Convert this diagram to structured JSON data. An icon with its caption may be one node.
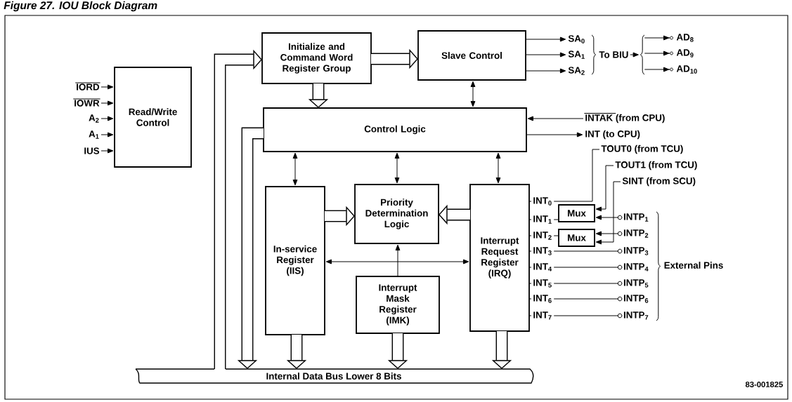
{
  "diagram": {
    "title": "Figure 27.  IOU Block Diagram",
    "nodes": [
      {
        "text": [
          "IORD"
        ]
      },
      {
        "text": [
          "IOWR"
        ]
      },
      {
        "text": [
          "A$_{2}$"
        ]
      },
      {
        "text": [
          "A$_{1}$"
        ]
      },
      {
        "text": [
          "IUS"
        ]
      },
      {
        "text": [
          "Read/Write Control"
        ]
      },
      {
        "text": [
          "Initialize and Command Word Register Group"
        ]
      },
      {
        "text": [
          "Slave Control"
        ]
      },
      {
        "text": [
          "SA$_{0}$"
        ]
      },
      {
        "text": [
          "SA$_{1}$"
        ]
      },
      {
        "text": [
          "SA$_{2}$"
        ]
      },
      {
        "text": [
          "To BIU"
        ]
      },
      {
        "text": [
          "AD$_{8}$"
        ]
      },
      {
        "text": [
          "AD$_{9}$"
        ]
      },
      {
        "text": [
          "AD$_{10}$"
        ]
      },
      {
        "text": [
          "Control Logic"
        ]
      },
      {
        "text": [
          "INTAK (from CPU)"
        ]
      },
      {
        "text": [
          "INT (to CPU)"
        ]
      },
      {
        "text": [
          "TOUT0 (from TCU)"
        ]
      },
      {
        "text": [
          "TOUT1 (from TCU)"
        ]
      },
      {
        "text": [
          "SINT (from SCU)"
        ]
      },
      {
        "text": [
          "In-service Register (IIS)"
        ]
      },
      {
        "text": [
          "Priority Determination Logic"
        ]
      },
      {
        "text": [
          "Interrupt Request Register (IRQ)"
        ]
      },
      {
        "text": [
          "INT$_{0}$"
        ]
      },
      {
        "text": [
          "INT$_{1}$"
        ]
      },
      {
        "text": [
          "INT$_{2}$"
        ]
      },
      {
        "text": [
          "INT$_{3}$"
        ]
      },
      {
        "text": [
          "INT$_{4}$"
        ]
      },
      {
        "text": [
          "INT$_{5}$"
        ]
      },
      {
        "text": [
          "INT$_{6}$"
        ]
      },
      {
        "text": [
          "INT$_{7}$"
        ]
      },
      {
        "text": [
          "Mux"
        ]
      },
      {
        "text": [
          "Mux"
        ]
      },
      {
        "text": [
          "INTP$_{1}$"
        ]
      },
      {
        "text": [
          "INTP$_{2}$"
        ]
      },
      {
        "text": [
          "INTP$_{3}$"
        ]
      },
      {
        "text": [
          "INTP$_{4}$"
        ]
      },
      {
        "text": [
          "INTP$_{5}$"
        ]
      },
      {
        "text": [
          "INTP$_{6}$"
        ]
      },
      {
        "text": [
          "INTP$_{7}$"
        ]
      },
      {
        "text": [
          "Interrupt Mask Register (IMK)"
        ]
      },
      {
        "text": [
          "Internal Data Bus Lower 8 Bits"
        ]
      },
      {
        "text": [],
        "shape": "brace"
      }
    ],
    "edges": [
      {
        "from": 0,
        "to": 5,
        "arrow": "to"
      },
      {
        "from": 1,
        "to": 5,
        "arrow": "to"
      },
      {
        "from": 2,
        "to": 5,
        "arrow": "to"
      },
      {
        "from": 3,
        "to": 5,
        "arrow": "to"
      },
      {
        "from": 4,
        "to": 5,
        "arrow": "to"
      },
      {
        "from": 42,
        "to": 6,
        "arrow": "to",
        "style": "thick"
      },
      {
        "from": 6,
        "to": 7,
        "arrow": "to",
        "style": "thick"
      },
      {
        "from": 6,
        "to": 15,
        "arrow": "to",
        "style": "thick"
      },
      {
        "from": 7,
        "to": 8,
        "arrow": "to"
      },
      {
        "from": 7,
        "to": 9,
        "arrow": "to"
      },
      {
        "from": 7,
        "to": 10,
        "arrow": "to"
      },
      {
        "from": 43,
        "to": 12,
        "arrow": "to"
      },
      {
        "from": 43,
        "to": 13,
        "arrow": "to"
      },
      {
        "from": 43,
        "to": 14,
        "arrow": "to"
      },
      {
        "from": 7,
        "to": 15,
        "arrow": "both"
      },
      {
        "from": 16,
        "to": 15,
        "arrow": "to"
      },
      {
        "from": 15,
        "to": 17,
        "arrow": "to"
      },
      {
        "from": 15,
        "to": 42,
        "arrow": "to",
        "style": "thick"
      },
      {
        "from": 15,
        "to": 21,
        "arrow": "both"
      },
      {
        "from": 15,
        "to": 22,
        "arrow": "both"
      },
      {
        "from": 15,
        "to": 23,
        "arrow": "both"
      },
      {
        "from": 21,
        "to": 22,
        "arrow": "to",
        "style": "thick"
      },
      {
        "from": 23,
        "to": 22,
        "arrow": "to",
        "style": "thick"
      },
      {
        "from": 23,
        "to": 21,
        "arrow": "both"
      },
      {
        "from": 41,
        "to": 22,
        "arrow": "to"
      },
      {
        "from": 21,
        "to": 42,
        "arrow": "to",
        "style": "thick"
      },
      {
        "from": 41,
        "to": 42,
        "arrow": "to",
        "style": "thick"
      },
      {
        "from": 23,
        "to": 42,
        "arrow": "to",
        "style": "thick"
      },
      {
        "from": 18,
        "to": 24,
        "arrow": "none"
      },
      {
        "from": 19,
        "to": 32,
        "arrow": "to"
      },
      {
        "from": 34,
        "to": 32,
        "arrow": "to"
      },
      {
        "from": 32,
        "to": 25,
        "arrow": "none"
      },
      {
        "from": 35,
        "to": 33,
        "arrow": "to"
      },
      {
        "from": 20,
        "to": 33,
        "arrow": "to"
      },
      {
        "from": 33,
        "to": 26,
        "arrow": "none"
      },
      {
        "from": 36,
        "to": 27,
        "arrow": "none"
      },
      {
        "from": 37,
        "to": 28,
        "arrow": "none"
      },
      {
        "from": 38,
        "to": 29,
        "arrow": "none"
      },
      {
        "from": 39,
        "to": 30,
        "arrow": "none"
      },
      {
        "from": 40,
        "to": 31,
        "arrow": "none"
      },
      {
        "from": 11,
        "to": 43,
        "arrow": "to"
      }
    ],
    "labels": [
      "External Pins",
      "83-001825"
    ]
  }
}
